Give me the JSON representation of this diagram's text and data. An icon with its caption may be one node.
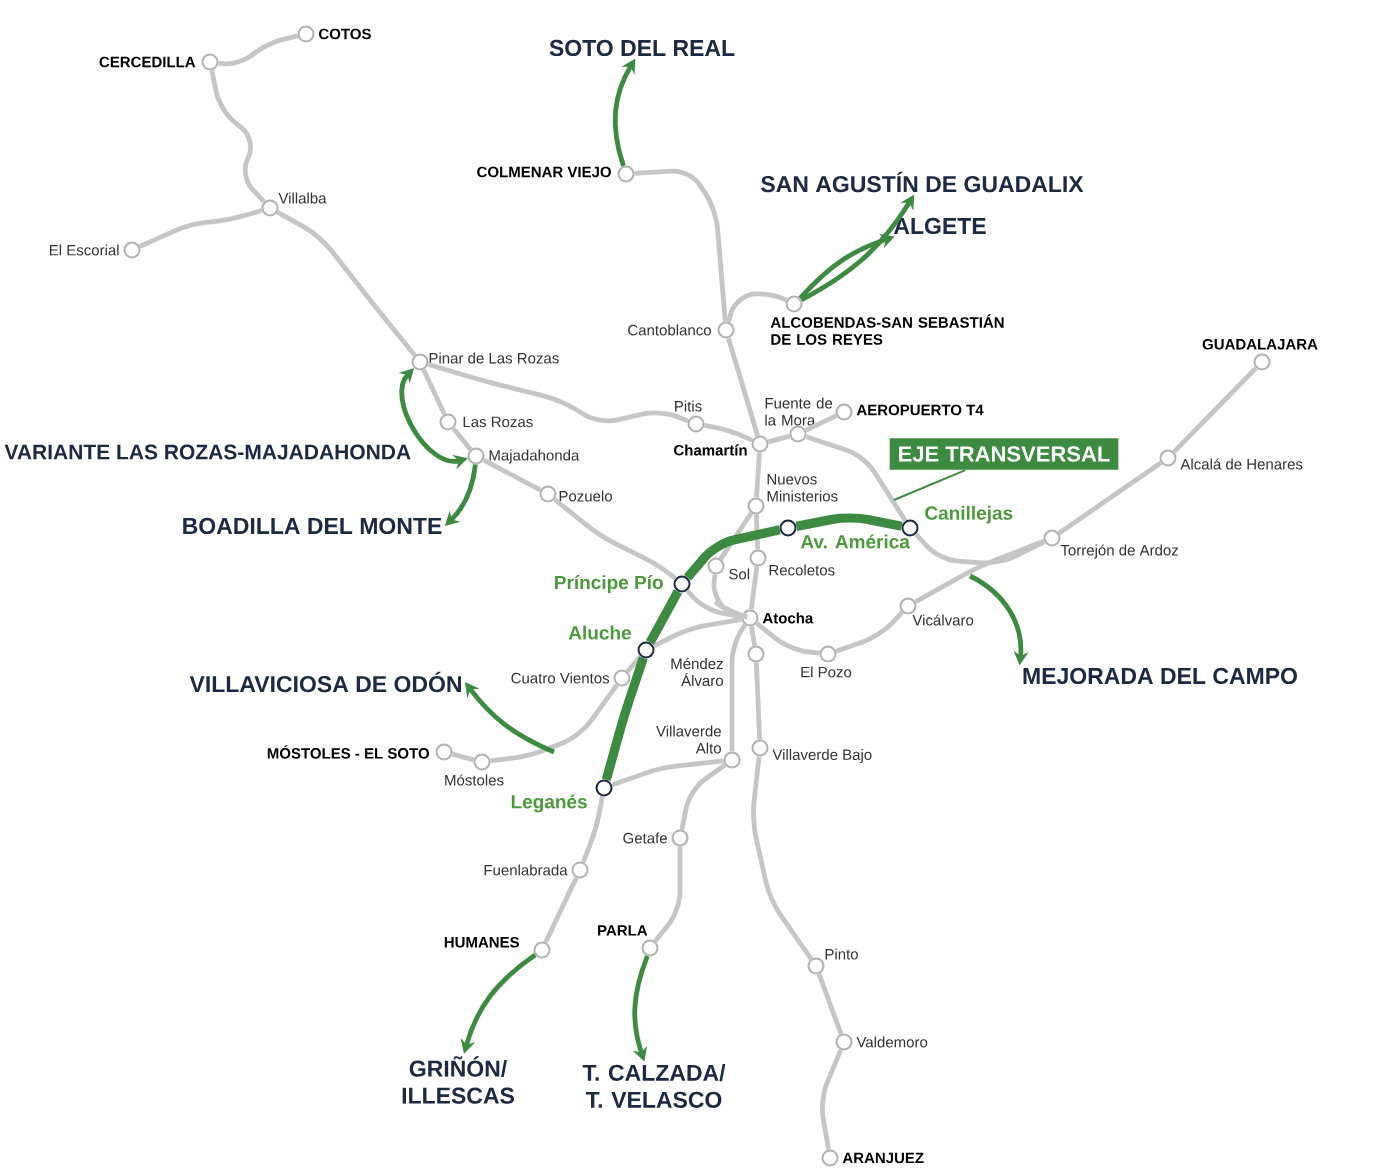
{
  "diagram": {
    "nodes": [
      {
        "text": [],
        "shape": "circle",
        "beside": [
          "COTOS"
        ]
      },
      {
        "text": [],
        "shape": "circle",
        "beside": [
          "CERCEDILLA"
        ]
      },
      {
        "text": [],
        "shape": "circle",
        "beside": [
          "Villalba"
        ]
      },
      {
        "text": [],
        "shape": "circle",
        "beside": [
          "El Escorial"
        ]
      },
      {
        "text": [],
        "shape": "circle",
        "beside": [
          "Pinar de Las Rozas"
        ]
      },
      {
        "text": [],
        "shape": "circle",
        "beside": [
          "Las Rozas"
        ]
      },
      {
        "text": [],
        "shape": "circle",
        "beside": [
          "Majadahonda"
        ]
      },
      {
        "text": [],
        "shape": "circle",
        "beside": [
          "Pozuelo"
        ]
      },
      {
        "text": [],
        "shape": "circle",
        "beside": [
          "COLMENAR VIEJO"
        ]
      },
      {
        "text": [],
        "shape": "circle",
        "beside": [
          "Cantoblanco"
        ]
      },
      {
        "text": [],
        "shape": "circle",
        "beside": [
          "ALCOBENDAS-SAN SEBASTIÁN DE LOS REYES"
        ]
      },
      {
        "text": [],
        "shape": "circle",
        "beside": [
          "Pitis"
        ]
      },
      {
        "text": [],
        "shape": "circle",
        "beside": [
          "Chamartín"
        ]
      },
      {
        "text": [],
        "shape": "circle",
        "beside": [
          "Fuente de la Mora"
        ]
      },
      {
        "text": [],
        "shape": "circle",
        "beside": [
          "AEROPUERTO T4"
        ]
      },
      {
        "text": [],
        "shape": "circle",
        "beside": [
          "Nuevos Ministerios"
        ]
      },
      {
        "text": [],
        "shape": "circle",
        "beside": [
          "Av. América"
        ]
      },
      {
        "text": [],
        "shape": "circle",
        "beside": [
          "Canillejas"
        ]
      },
      {
        "text": [],
        "shape": "circle",
        "beside": [
          "Recoletos"
        ]
      },
      {
        "text": [],
        "shape": "circle",
        "beside": [
          "Sol"
        ]
      },
      {
        "text": [],
        "shape": "circle",
        "beside": [
          "Príncipe Pío"
        ]
      },
      {
        "text": [],
        "shape": "circle",
        "beside": [
          "Atocha"
        ]
      },
      {
        "text": [],
        "shape": "circle",
        "beside": [
          "El Pozo"
        ]
      },
      {
        "text": [],
        "shape": "circle",
        "beside": [
          "Vicálvaro"
        ]
      },
      {
        "text": [],
        "shape": "circle",
        "beside": [
          "Torrejón de Ardoz"
        ]
      },
      {
        "text": [],
        "shape": "circle",
        "beside": [
          "Alcalá de Henares"
        ]
      },
      {
        "text": [],
        "shape": "circle",
        "beside": [
          "GUADALAJARA"
        ]
      },
      {
        "text": [],
        "shape": "circle",
        "beside": [
          "Aluche"
        ]
      },
      {
        "text": [],
        "shape": "circle",
        "beside": [
          "Méndez Álvaro"
        ]
      },
      {
        "text": [],
        "shape": "circle",
        "beside": [
          "Cuatro Vientos"
        ]
      },
      {
        "text": [],
        "shape": "circle",
        "beside": [
          "Villaverde Alto"
        ]
      },
      {
        "text": [],
        "shape": "circle",
        "beside": [
          "Villaverde Bajo"
        ]
      },
      {
        "text": [],
        "shape": "circle",
        "beside": [
          "MÓSTOLES - EL SOTO"
        ]
      },
      {
        "text": [],
        "shape": "circle",
        "beside": [
          "Móstoles"
        ]
      },
      {
        "text": [],
        "shape": "circle",
        "beside": [
          "Leganés"
        ]
      },
      {
        "text": [],
        "shape": "circle",
        "beside": [
          "Getafe"
        ]
      },
      {
        "text": [],
        "shape": "circle",
        "beside": [
          "Fuenlabrada"
        ]
      },
      {
        "text": [],
        "shape": "circle",
        "beside": [
          "HUMANES"
        ]
      },
      {
        "text": [],
        "shape": "circle",
        "beside": [
          "PARLA"
        ]
      },
      {
        "text": [],
        "shape": "circle",
        "beside": [
          "Pinto"
        ]
      },
      {
        "text": [],
        "shape": "circle",
        "beside": [
          "Valdemoro"
        ]
      },
      {
        "text": [],
        "shape": "circle",
        "beside": [
          "ARANJUEZ"
        ]
      },
      {
        "text": [
          "SOTO DEL REAL"
        ]
      },
      {
        "text": [
          "SAN AGUSTÍN DE GUADALIX"
        ]
      },
      {
        "text": [
          "ALGETE"
        ]
      },
      {
        "text": [
          "BOADILLA DEL MONTE"
        ]
      },
      {
        "text": [
          "VILLAVICIOSA DE ODÓN"
        ]
      },
      {
        "text": [
          "GRIÑÓN/ ILLESCAS"
        ]
      },
      {
        "text": [
          "T. CALZADA/ T. VELASCO"
        ]
      },
      {
        "text": [
          "MEJORADA DEL CAMPO"
        ]
      },
      {
        "text": [
          "EJE TRANSVERSAL"
        ]
      }
    ],
    "edges": [
      {
        "from": 1,
        "to": 0,
        "arrow": "none"
      },
      {
        "from": 1,
        "to": 2,
        "arrow": "none"
      },
      {
        "from": 3,
        "to": 2,
        "arrow": "none"
      },
      {
        "from": 2,
        "to": 4,
        "arrow": "none"
      },
      {
        "from": 4,
        "to": 5,
        "arrow": "none"
      },
      {
        "from": 5,
        "to": 6,
        "arrow": "none"
      },
      {
        "from": 6,
        "to": 7,
        "arrow": "none"
      },
      {
        "from": 7,
        "to": 20,
        "arrow": "none"
      },
      {
        "from": 4,
        "to": 11,
        "arrow": "none"
      },
      {
        "from": 11,
        "to": 12,
        "arrow": "none"
      },
      {
        "from": 8,
        "to": 9,
        "arrow": "none"
      },
      {
        "from": 10,
        "to": 9,
        "arrow": "none"
      },
      {
        "from": 9,
        "to": 12,
        "arrow": "none"
      },
      {
        "from": 12,
        "to": 13,
        "arrow": "none"
      },
      {
        "from": 13,
        "to": 14,
        "arrow": "none"
      },
      {
        "from": 13,
        "to": 17,
        "arrow": "none"
      },
      {
        "from": 17,
        "to": 24,
        "arrow": "none"
      },
      {
        "from": 12,
        "to": 15,
        "arrow": "none"
      },
      {
        "from": 15,
        "to": 18,
        "arrow": "none"
      },
      {
        "from": 18,
        "to": 21,
        "arrow": "none"
      },
      {
        "from": 15,
        "to": 19,
        "arrow": "none"
      },
      {
        "from": 19,
        "to": 21,
        "arrow": "none"
      },
      {
        "from": 20,
        "to": 21,
        "arrow": "none"
      },
      {
        "from": 21,
        "to": 22,
        "arrow": "none"
      },
      {
        "from": 22,
        "to": 23,
        "arrow": "none"
      },
      {
        "from": 23,
        "to": 24,
        "arrow": "none"
      },
      {
        "from": 24,
        "to": 25,
        "arrow": "none"
      },
      {
        "from": 25,
        "to": 26,
        "arrow": "none"
      },
      {
        "from": 21,
        "to": 28,
        "arrow": "none"
      },
      {
        "from": 28,
        "to": 31,
        "arrow": "none"
      },
      {
        "from": 31,
        "to": 39,
        "arrow": "none"
      },
      {
        "from": 39,
        "to": 40,
        "arrow": "none"
      },
      {
        "from": 40,
        "to": 41,
        "arrow": "none"
      },
      {
        "from": 21,
        "to": 30,
        "arrow": "none"
      },
      {
        "from": 30,
        "to": 35,
        "arrow": "none"
      },
      {
        "from": 35,
        "to": 38,
        "arrow": "none"
      },
      {
        "from": 21,
        "to": 27,
        "arrow": "none"
      },
      {
        "from": 27,
        "to": 29,
        "arrow": "none"
      },
      {
        "from": 29,
        "to": 33,
        "arrow": "none"
      },
      {
        "from": 33,
        "to": 32,
        "arrow": "none"
      },
      {
        "from": 34,
        "to": 30,
        "arrow": "none"
      },
      {
        "from": 34,
        "to": 36,
        "arrow": "none"
      },
      {
        "from": 36,
        "to": 37,
        "arrow": "none"
      },
      {
        "from": 34,
        "to": 27,
        "arrow": "none",
        "style": "thick",
        "color": "#3d8b40"
      },
      {
        "from": 27,
        "to": 20,
        "arrow": "none",
        "style": "thick",
        "color": "#3d8b40"
      },
      {
        "from": 20,
        "to": 16,
        "arrow": "none",
        "style": "thick",
        "color": "#3d8b40"
      },
      {
        "from": 16,
        "to": 17,
        "arrow": "none",
        "style": "thick",
        "color": "#3d8b40"
      },
      {
        "from": 8,
        "to": 42,
        "arrow": "to",
        "color": "#3d8b40"
      },
      {
        "from": 10,
        "to": 43,
        "arrow": "to",
        "color": "#3d8b40"
      },
      {
        "from": 10,
        "to": 44,
        "arrow": "to",
        "color": "#3d8b40"
      },
      {
        "from": 4,
        "to": 6,
        "arrow": "both",
        "color": "#3d8b40"
      },
      {
        "from": 6,
        "to": 45,
        "arrow": "to",
        "color": "#3d8b40"
      },
      {
        "from": null,
        "to": 46,
        "arrow": "to",
        "color": "#3d8b40"
      },
      {
        "from": 37,
        "to": 47,
        "arrow": "to",
        "color": "#3d8b40"
      },
      {
        "from": 38,
        "to": 48,
        "arrow": "to",
        "color": "#3d8b40"
      },
      {
        "from": null,
        "to": 49,
        "arrow": "to",
        "color": "#3d8b40"
      },
      {
        "from": 50,
        "to": null,
        "arrow": "none",
        "color": "#3d8b40"
      }
    ],
    "labels": [
      "VARIANTE LAS ROZAS-MAJADAHONDA"
    ]
  }
}
